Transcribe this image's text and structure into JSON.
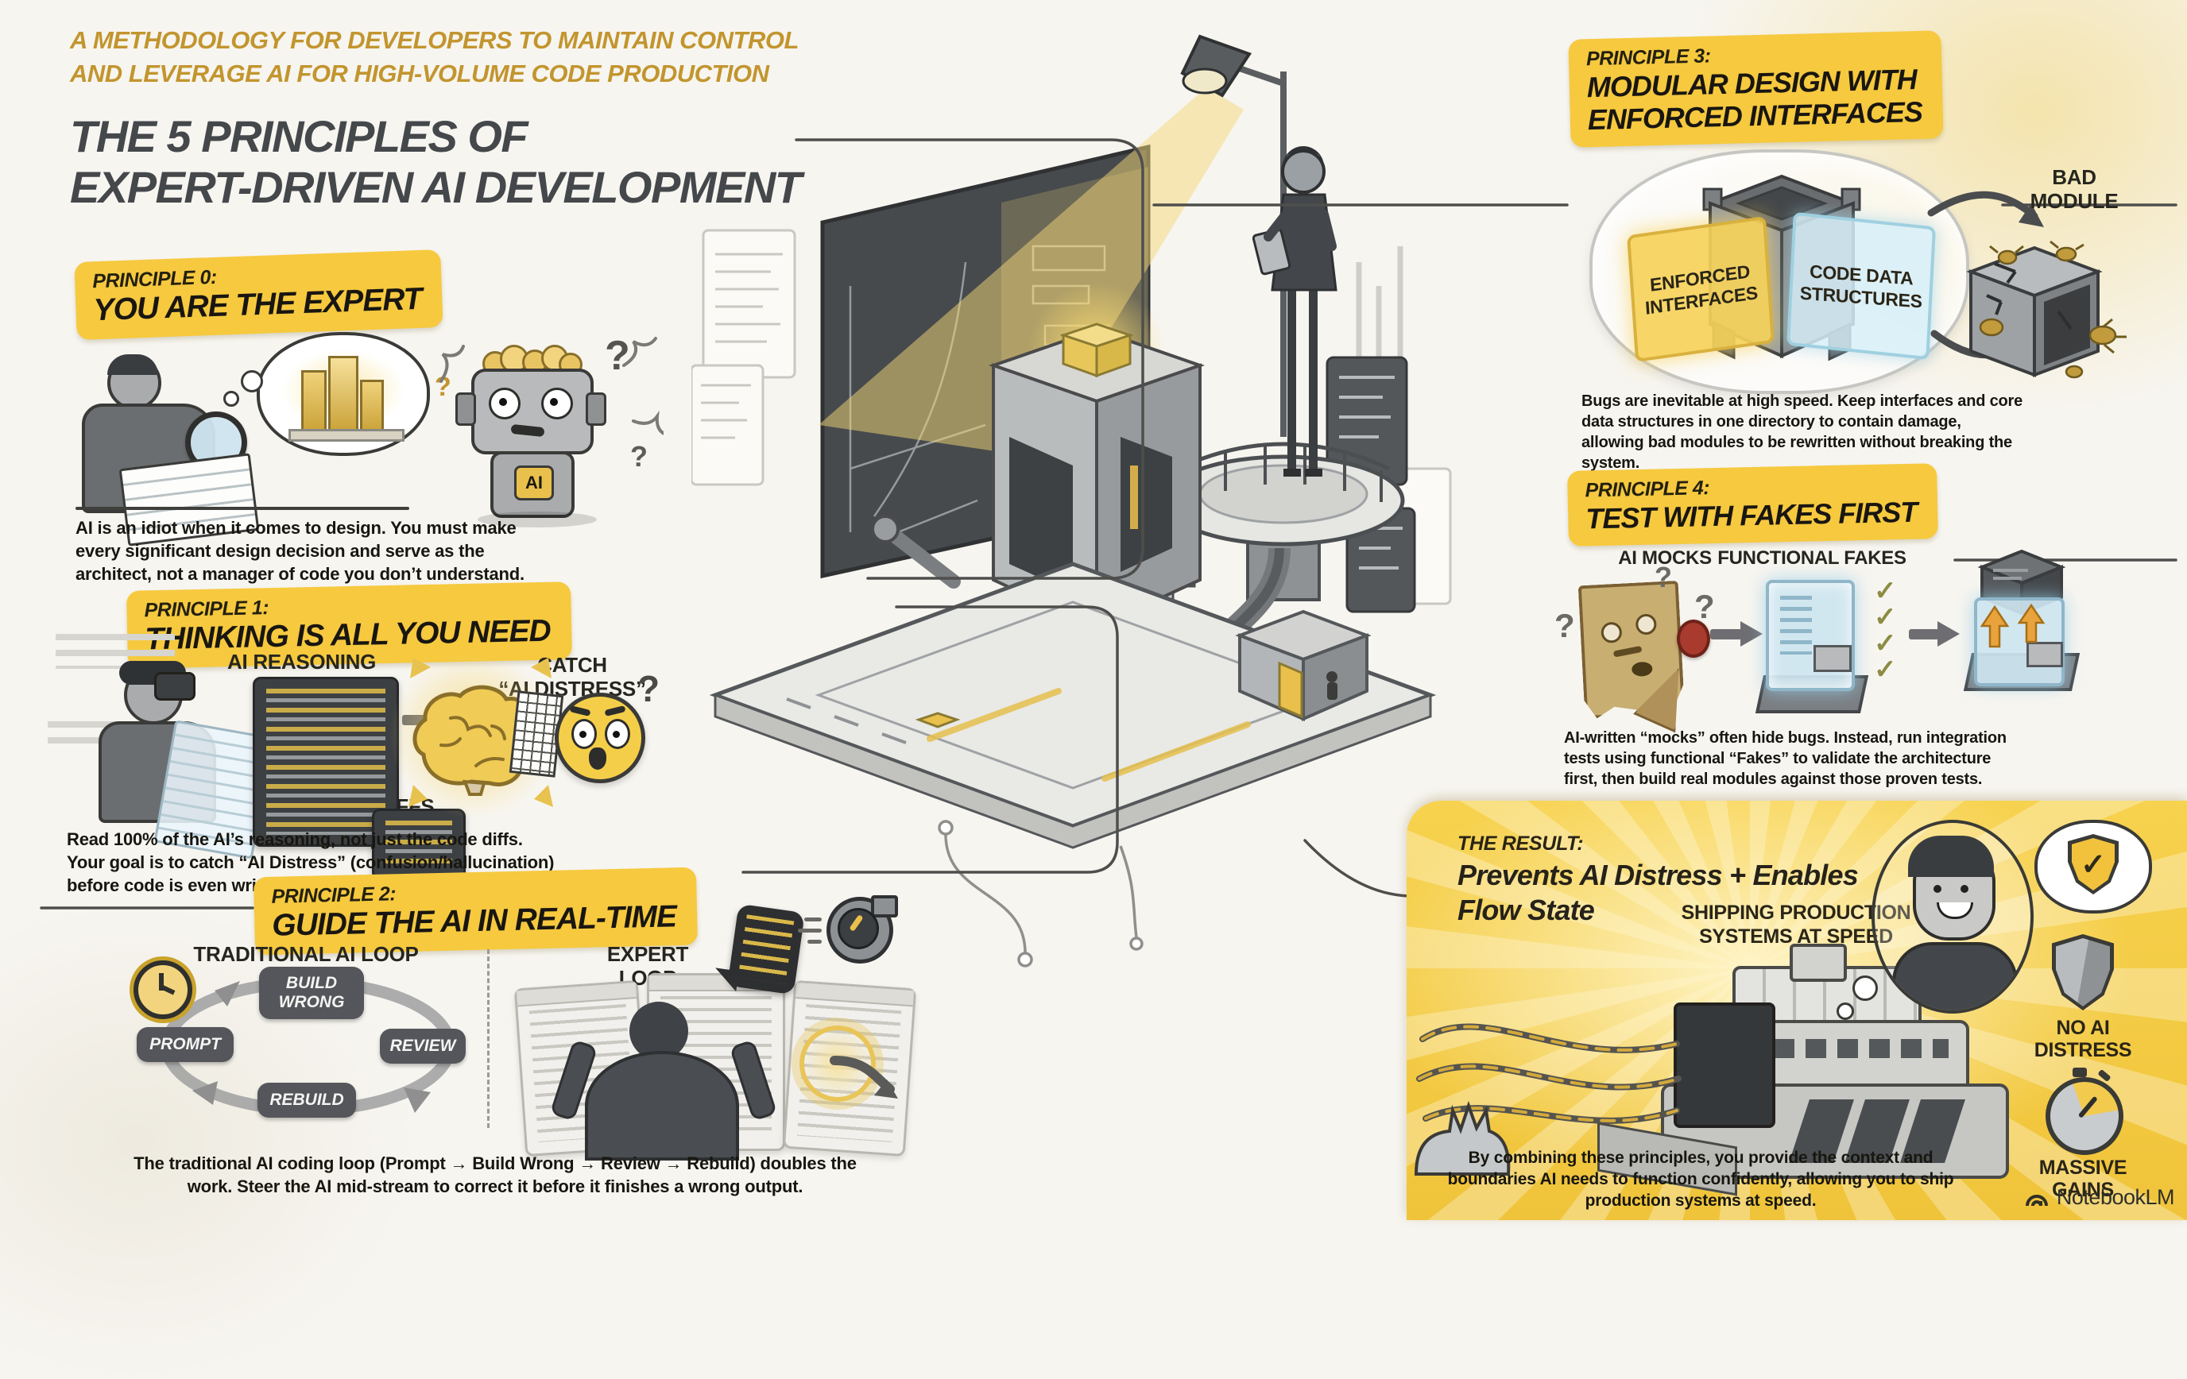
{
  "colors": {
    "accent_yellow": "#F6C93F",
    "kicker_gold": "#C2952E",
    "title_gray": "#45484B",
    "ink": "#17160F",
    "result_panel": "#F7D24E"
  },
  "misc": {
    "qmark": "?",
    "check": "✓"
  },
  "header": {
    "kicker1": "A METHODOLOGY FOR DEVELOPERS TO MAINTAIN CONTROL",
    "kicker2": "AND LEVERAGE AI FOR HIGH-VOLUME CODE PRODUCTION",
    "title1": "THE 5 PRINCIPLES OF",
    "title2": "EXPERT-DRIVEN AI DEVELOPMENT"
  },
  "p0": {
    "tag": "PRINCIPLE 0:",
    "heading": "YOU ARE THE EXPERT",
    "ai_badge": "AI",
    "body": "AI is an idiot when it comes to design. You must make every significant design decision and serve as the architect, not a manager of code you don’t understand."
  },
  "p1": {
    "tag": "PRINCIPLE 1:",
    "heading": "THINKING IS ALL YOU NEED",
    "label_reasoning": "AI REASONING",
    "label_diffs": "CODE DIFFS",
    "catch1": "CATCH",
    "catch2": "“AI DISTRESS”",
    "body": "Read 100% of the AI’s reasoning, not just the code diffs. Your goal is to catch “AI Distress” (confusion/hallucination) before code is even written."
  },
  "p2": {
    "tag": "PRINCIPLE 2:",
    "heading": "GUIDE THE AI IN REAL-TIME",
    "trad_title": "TRADITIONAL AI LOOP",
    "expert_title": "EXPERT LOOP",
    "node_prompt": "PROMPT",
    "node_build": "BUILD WRONG",
    "node_review": "REVIEW",
    "node_rebuild": "REBUILD",
    "body": "The traditional AI coding loop (Prompt → Build Wrong → Review → Rebuild) doubles the work. Steer the AI mid-stream to correct it before it finishes a wrong output."
  },
  "p3": {
    "tag": "PRINCIPLE 3:",
    "heading1": "MODULAR DESIGN WITH",
    "heading2": "ENFORCED INTERFACES",
    "label_interfaces": "ENFORCED INTERFACES",
    "label_structures": "CODE DATA STRUCTURES",
    "bad1": "BAD",
    "bad2": "MODULE",
    "body": "Bugs are inevitable at high speed. Keep interfaces and core data structures in one directory to contain damage, allowing bad modules to be rewritten without breaking the system."
  },
  "p4": {
    "tag": "PRINCIPLE 4:",
    "heading": "TEST WITH FAKES FIRST",
    "label_mocks": "AI MOCKS",
    "label_fakes": "FUNCTIONAL FAKES",
    "body": "AI-written “mocks” often hide bugs. Instead, run integration tests using functional “Fakes” to validate the architecture first, then build real modules against those proven tests."
  },
  "result": {
    "kicker": "THE RESULT:",
    "heading1": "Prevents AI Distress + Enables",
    "heading2": "Flow State",
    "ship1": "SHIPPING PRODUCTION",
    "ship2": "SYSTEMS AT SPEED",
    "no1": "NO AI",
    "no2": "DISTRESS",
    "gain1": "MASSIVE",
    "gain2": "GAINS",
    "body": "By combining these principles, you provide the context and boundaries AI needs to function confidently, allowing you to ship production systems at speed.",
    "brand": "NotebookLM"
  }
}
